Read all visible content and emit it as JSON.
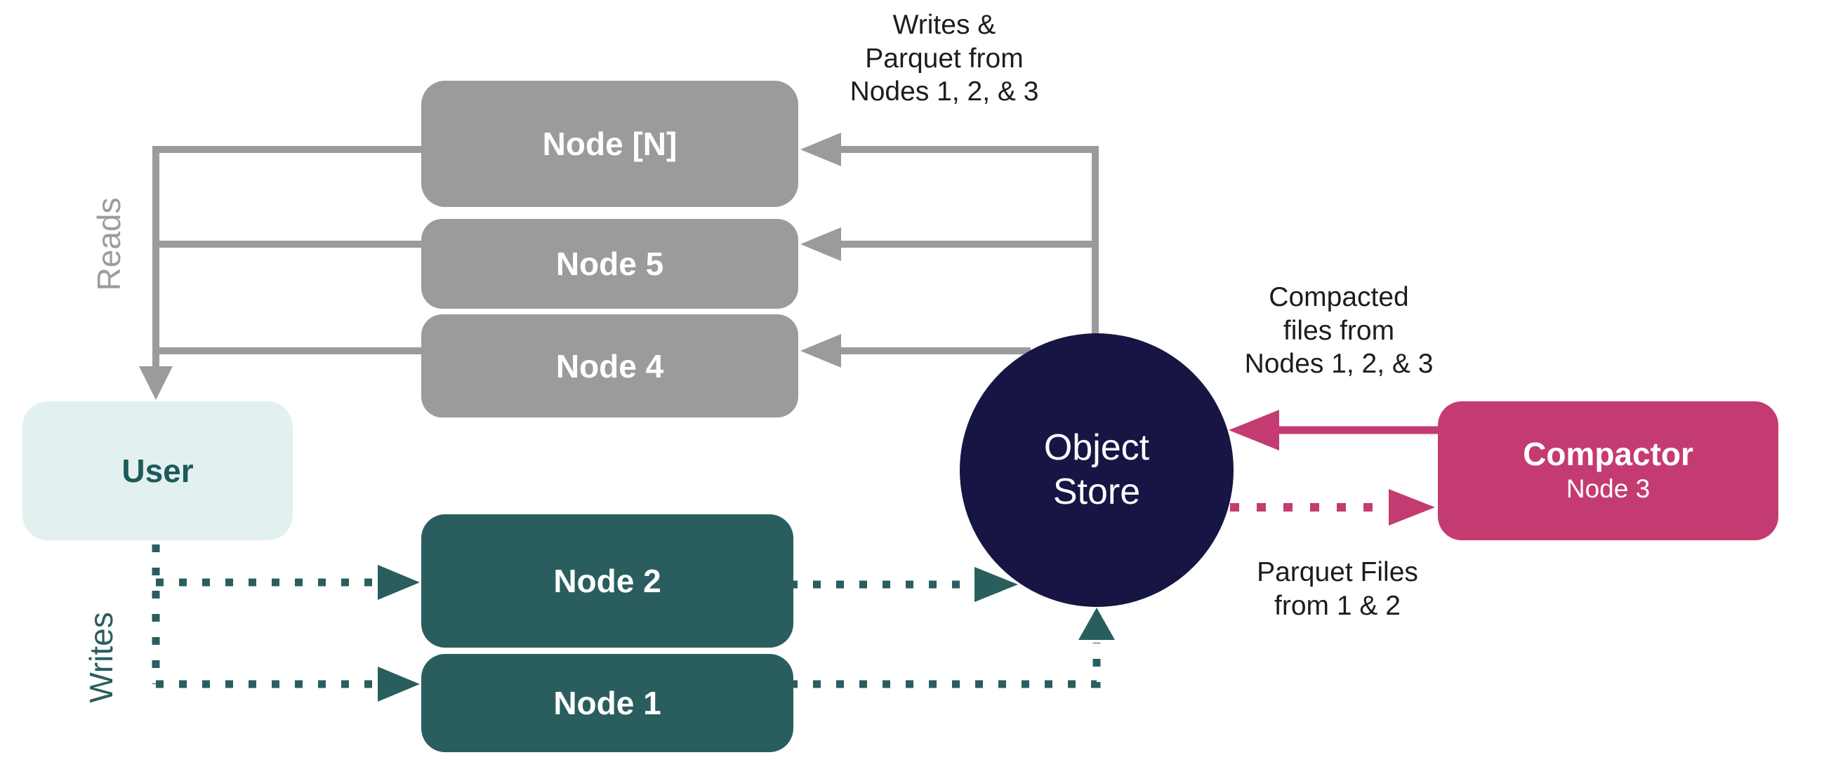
{
  "palette": {
    "gray": "#9a9c9c",
    "gray_label": "#9a9d9d",
    "teal": "#2a5e5e",
    "user_bg": "#e2f1f0",
    "user_text": "#1d5a5b",
    "navy": "#171544",
    "pink": "#c43b72",
    "annotation_text": "#1d1d1f"
  },
  "read_nodes": [
    {
      "label": "Node [N]"
    },
    {
      "label": "Node 5"
    },
    {
      "label": "Node 4"
    }
  ],
  "write_nodes": [
    {
      "label": "Node 2"
    },
    {
      "label": "Node 1"
    }
  ],
  "user": {
    "label": "User"
  },
  "object_store": {
    "label": "Object\nStore"
  },
  "compactor": {
    "title": "Compactor",
    "subtitle": "Node 3"
  },
  "annotations": {
    "top_label": "Writes &\nParquet from\nNodes 1, 2, & 3",
    "compacted_label": "Compacted\nfiles from\nNodes 1, 2, & 3",
    "parquet_label": "Parquet Files\nfrom 1 & 2",
    "reads_label": "Reads",
    "writes_label": "Writes"
  }
}
